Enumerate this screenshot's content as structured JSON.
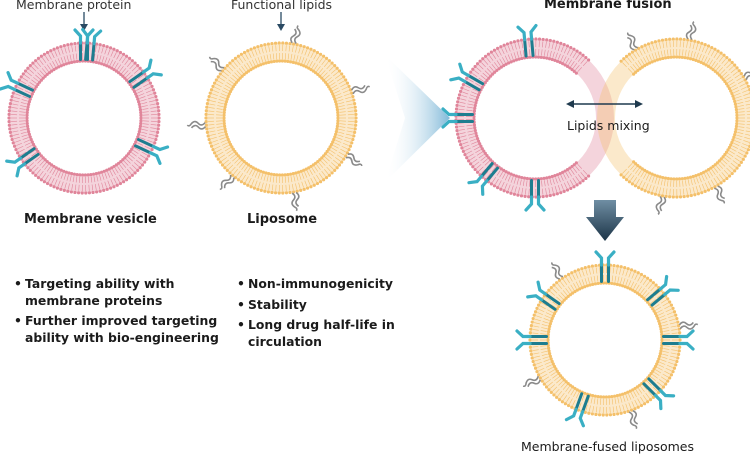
{
  "labels": {
    "membrane_protein": "Membrane protein",
    "functional_lipids": "Functional lipids",
    "membrane_fusion": "Membrane fusion",
    "membrane_vesicle": "Membrane vesicle",
    "liposome": "Liposome",
    "lipids_mixing": "Lipids mixing",
    "membrane_fused_liposomes": "Membrane-fused liposomes"
  },
  "vesicle_features": [
    "Targeting ability with\nmembrane proteins",
    "Further improved targeting\nability with bio-engineering"
  ],
  "liposome_features": [
    "Non-immunogenicity",
    "Stability",
    "Long drug half-life in\ncirculation"
  ],
  "colors": {
    "vesicle_membrane": "#e0859a",
    "liposome_membrane": "#f4c06a",
    "protein": "#3aafc4",
    "protein_dark": "#1d7d8f",
    "lipid_tail": "#8a8a8a",
    "arrow_dark": "#1f3a4e",
    "chevron": "#8fc3df"
  },
  "icons": [
    "down-arrow-icon",
    "down-arrow-icon",
    "right-chevron-icon",
    "double-arrow-icon",
    "big-down-arrow-icon"
  ]
}
